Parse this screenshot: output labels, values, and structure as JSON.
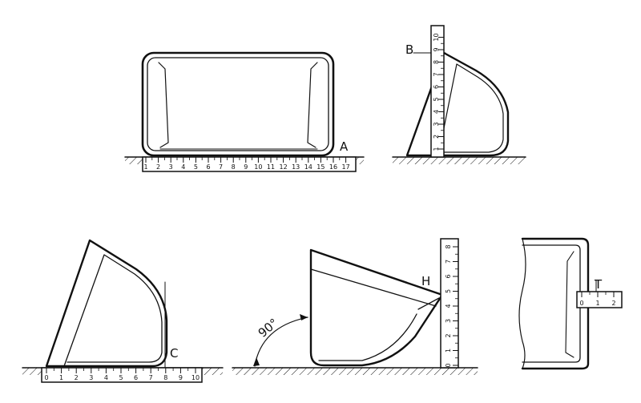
{
  "labels": {
    "A": "A",
    "B": "B",
    "C": "C",
    "H": "H",
    "T": "T",
    "angle": "90°"
  },
  "rulers": {
    "A": [
      "1",
      "2",
      "3",
      "4",
      "5",
      "6",
      "7",
      "8",
      "9",
      "10",
      "11",
      "12",
      "13",
      "14",
      "15",
      "16",
      "17"
    ],
    "B": [
      "1",
      "2",
      "3",
      "4",
      "5",
      "6",
      "7",
      "8",
      "9",
      "10"
    ],
    "C": [
      "0",
      "1",
      "2",
      "3",
      "4",
      "5",
      "6",
      "7",
      "8",
      "9",
      "10"
    ],
    "H": [
      "0",
      "1",
      "2",
      "3",
      "4",
      "5",
      "6",
      "7",
      "8"
    ],
    "T": [
      "0",
      "1",
      "2"
    ]
  },
  "colors": {
    "ink": "#111111",
    "paper": "#ffffff"
  }
}
